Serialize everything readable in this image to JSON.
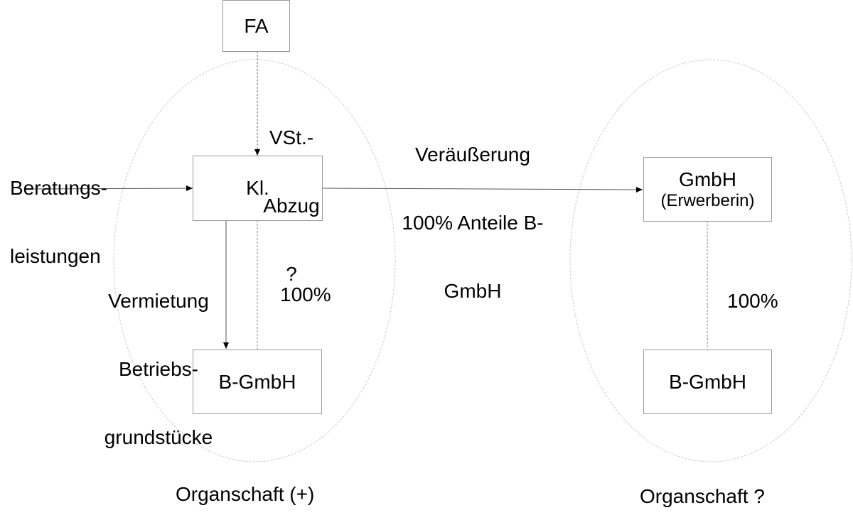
{
  "colors": {
    "box_border": "#9a9a9a",
    "arrow": "#555555",
    "ellipse": "#cccccc",
    "text": "#000000"
  },
  "nodes": {
    "fa": {
      "label": "FA"
    },
    "kl": {
      "label": "Kl."
    },
    "b_gmbh_left": {
      "label": "B-GmbH"
    },
    "gmbh_buyer": {
      "label": "GmbH",
      "sublabel": "(Erwerberin)"
    },
    "b_gmbh_right": {
      "label": "B-GmbH"
    }
  },
  "labels": {
    "vst_abzug": [
      "VSt.-",
      "Abzug",
      "?"
    ],
    "beratungsleistungen": [
      "Beratungs-",
      "leistungen"
    ],
    "veraeusserung": [
      "Veräußerung",
      "100% Anteile B-",
      "GmbH"
    ],
    "vermietung": [
      "Vermietung",
      "Betriebs-",
      "grundstücke"
    ],
    "share_left": "100%",
    "share_right": "100%",
    "organschaft_left": "Organschaft (+)",
    "organschaft_right": "Organschaft ?"
  },
  "edges": [
    {
      "from": "fa",
      "to": "kl",
      "style": "dashed",
      "arrow": true
    },
    {
      "from": "external",
      "to": "kl",
      "style": "solid",
      "arrow": true,
      "label": "beratungsleistungen"
    },
    {
      "from": "kl",
      "to": "gmbh_buyer",
      "style": "solid",
      "arrow": true,
      "label": "veraeusserung"
    },
    {
      "from": "kl",
      "to": "b_gmbh_left",
      "style": "solid",
      "arrow": true,
      "label": "vermietung"
    },
    {
      "from": "kl",
      "to": "b_gmbh_left",
      "style": "dashed",
      "arrow": false,
      "label": "share_left"
    },
    {
      "from": "gmbh_buyer",
      "to": "b_gmbh_right",
      "style": "dashed",
      "arrow": false,
      "label": "share_right"
    }
  ],
  "groups": [
    {
      "name": "left-organschaft",
      "label": "organschaft_left"
    },
    {
      "name": "right-organschaft",
      "label": "organschaft_right"
    }
  ]
}
